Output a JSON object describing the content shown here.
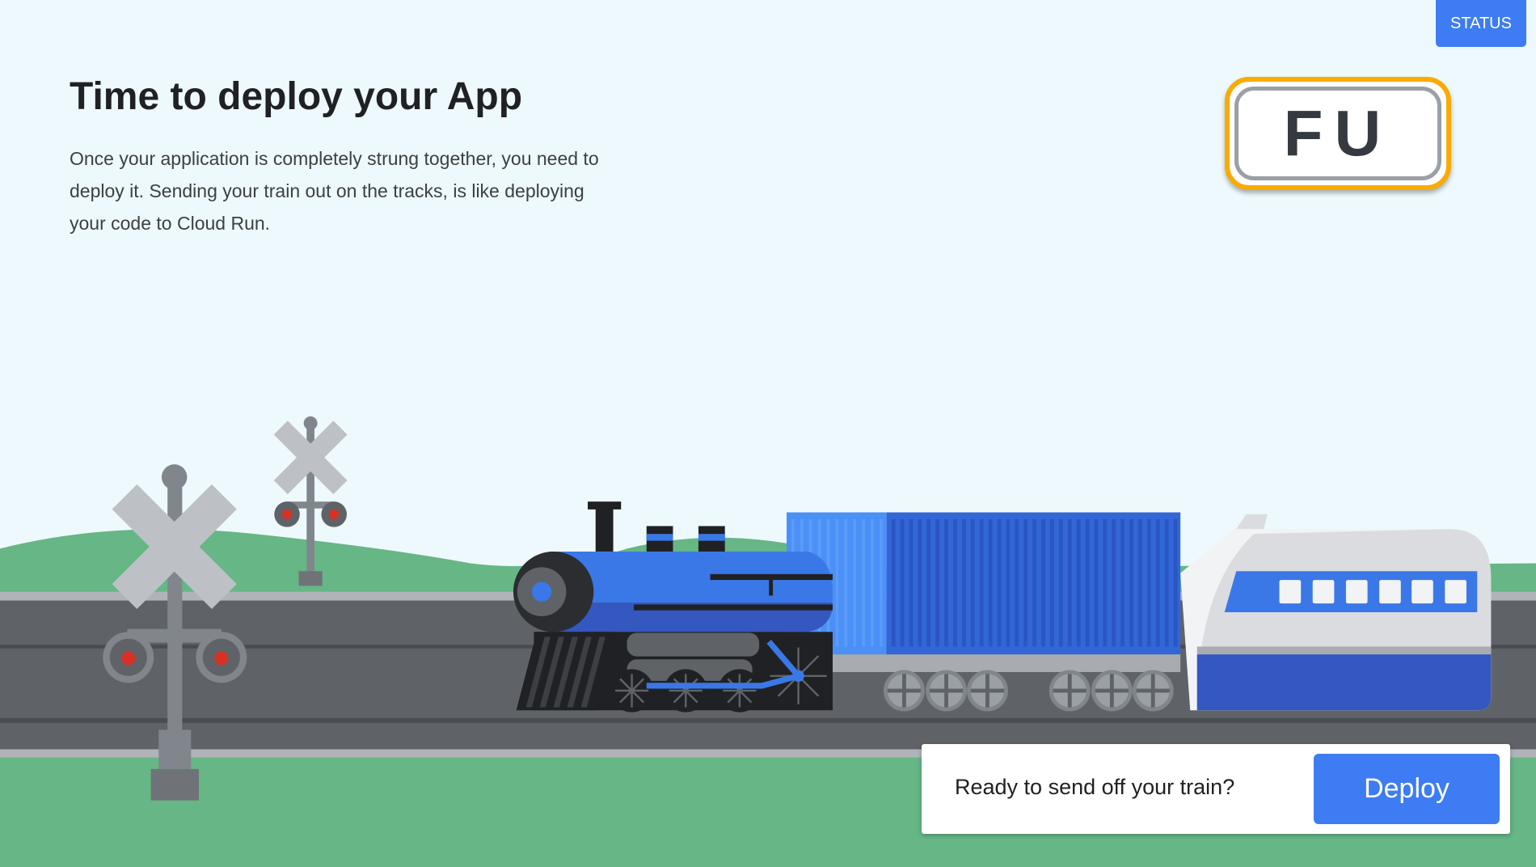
{
  "header": {
    "title": "Time to deploy your App",
    "description": "Once your application is completely strung together, you need to deploy it. Sending your train out on the tracks, is like deploying your code to Cloud Run.",
    "status_label": "STATUS"
  },
  "sign": {
    "text": "FU"
  },
  "deploy_panel": {
    "prompt": "Ready to send off your train?",
    "button_label": "Deploy"
  },
  "colors": {
    "accent": "#3d7cf2",
    "sign_border": "#f9ab00",
    "background": "#eef9fd",
    "grass": "#66b686",
    "road": "#5f6368"
  }
}
